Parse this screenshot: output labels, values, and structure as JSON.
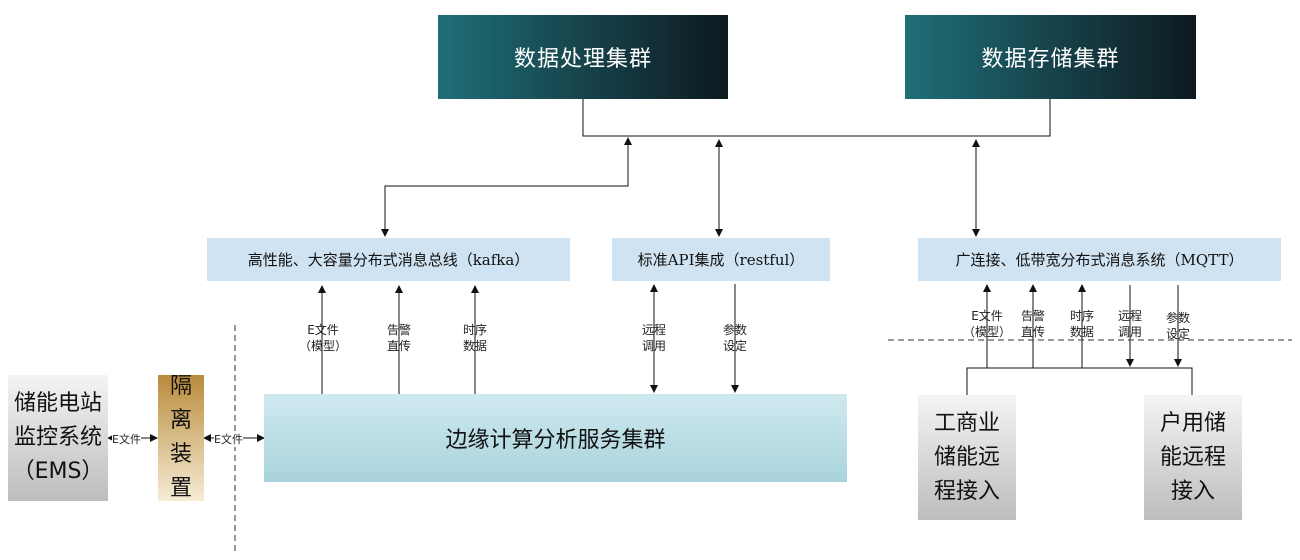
{
  "clusters": {
    "processing": "数据处理集群",
    "storage": "数据存储集群"
  },
  "buses": {
    "kafka": "高性能、大容量分布式消息总线（kafka）",
    "api": "标准API集成（restful）",
    "mqtt": "广连接、低带宽分布式消息系统（MQTT）"
  },
  "edge_cluster": "边缘计算分析服务集群",
  "ems": "储能电站监控系统（EMS）",
  "isolation": "隔离装置",
  "ci_remote": "工商业储能远程接入",
  "home_remote": "户用储能远程接入",
  "edge_labels": {
    "efile_model": "E文件\n（模型）",
    "alarm": "告警\n直传",
    "timeseries": "时序\n数据",
    "remote_call": "远程\n调用",
    "param_set": "参数\n设定"
  },
  "mqtt_labels": {
    "efile_model": "E文件\n（模型）",
    "alarm": "告警\n直传",
    "timeseries": "时序\n数据",
    "remote_call": "远程\n调用",
    "param_set": "参数\n设定"
  },
  "links": {
    "ems_isolation": "E文件",
    "isolation_edge": "E文件"
  }
}
